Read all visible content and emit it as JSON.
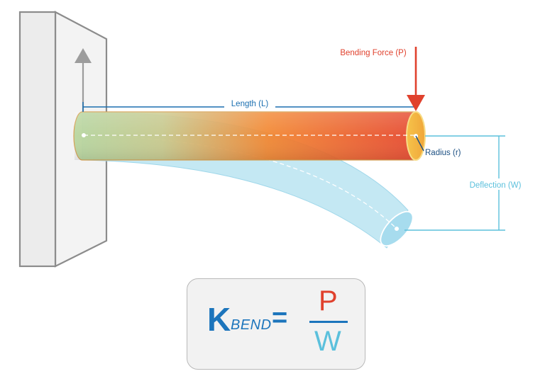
{
  "labels": {
    "bending_force": "Bending Force (P)",
    "length": "Length (L)",
    "radius": "Radius (r)",
    "deflection": "Deflection (W)"
  },
  "formula": {
    "k": "K",
    "subscript": "BEND",
    "equals": "=",
    "numerator": "P",
    "denominator": "W"
  },
  "colors": {
    "force": "#e0412d",
    "length": "#1b6fb0",
    "deflection": "#5bc0dc",
    "formula_k": "#1c75bc",
    "formula_p": "#e0412d",
    "formula_w": "#5bc0dc",
    "wall": "#8c8c8c"
  }
}
